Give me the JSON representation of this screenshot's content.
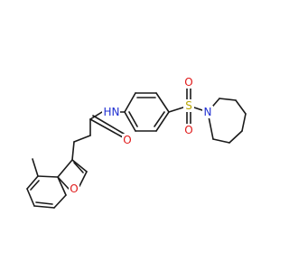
{
  "molecule": {
    "colors": {
      "bond": "#1a1a1a",
      "nitrogen": "#1f2fd1",
      "oxygen": "#e01818",
      "sulfur": "#b8a400",
      "carbon": "#1a1a1a"
    },
    "atom_labels": {
      "sulfonyl_o_top": "O",
      "sulfonyl_o_bottom": "O",
      "sulfur": "S",
      "azepane_n": "N",
      "amide_nh": "N",
      "amide_h": "H",
      "carbonyl_o": "O",
      "furan_o": "O"
    }
  }
}
